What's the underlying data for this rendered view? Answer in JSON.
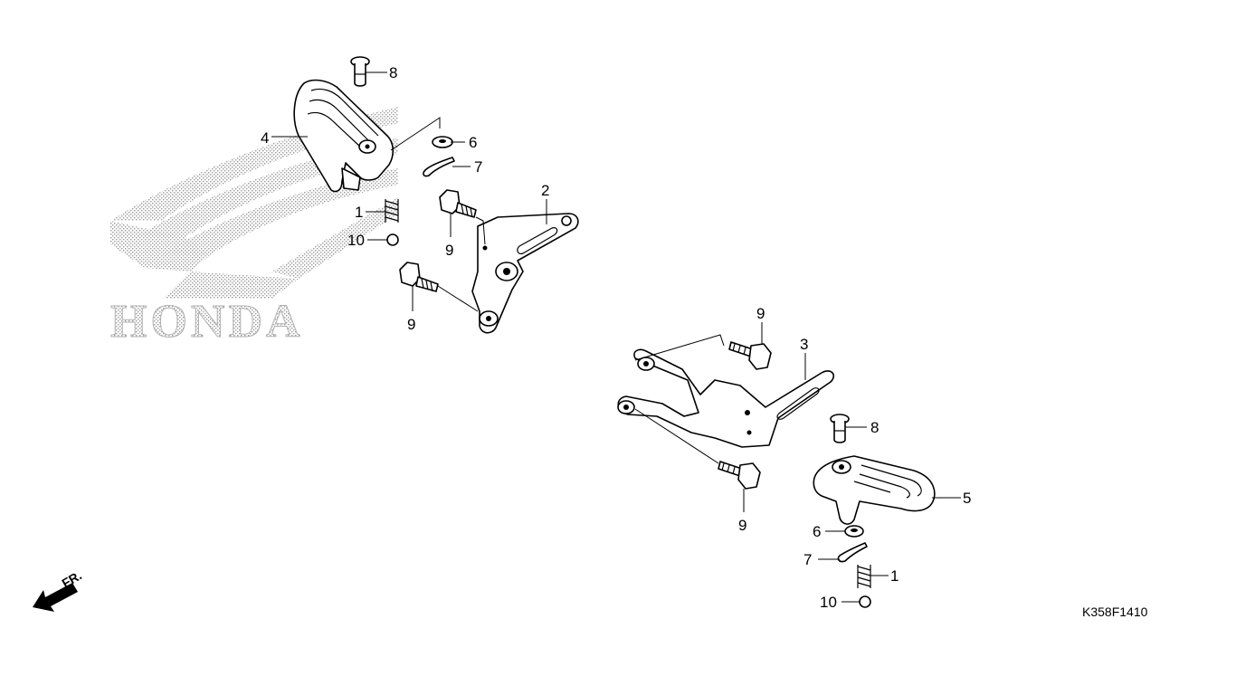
{
  "diagram": {
    "code": "K358F1410",
    "direction_label": "FR.",
    "watermark": {
      "text": "HONDA",
      "color": "#bdbdbd"
    },
    "callouts": [
      {
        "id": "c1a",
        "text": "1"
      },
      {
        "id": "c10a",
        "text": "10"
      },
      {
        "id": "c2",
        "text": "2"
      },
      {
        "id": "c4",
        "text": "4"
      },
      {
        "id": "c6a",
        "text": "6"
      },
      {
        "id": "c7a",
        "text": "7"
      },
      {
        "id": "c8a",
        "text": "8"
      },
      {
        "id": "c9a",
        "text": "9"
      },
      {
        "id": "c9b",
        "text": "9"
      },
      {
        "id": "c9c",
        "text": "9"
      },
      {
        "id": "c3",
        "text": "3"
      },
      {
        "id": "c8b",
        "text": "8"
      },
      {
        "id": "c5",
        "text": "5"
      },
      {
        "id": "c9d",
        "text": "9"
      },
      {
        "id": "c6b",
        "text": "6"
      },
      {
        "id": "c7b",
        "text": "7"
      },
      {
        "id": "c1b",
        "text": "1"
      },
      {
        "id": "c10b",
        "text": "10"
      }
    ]
  }
}
